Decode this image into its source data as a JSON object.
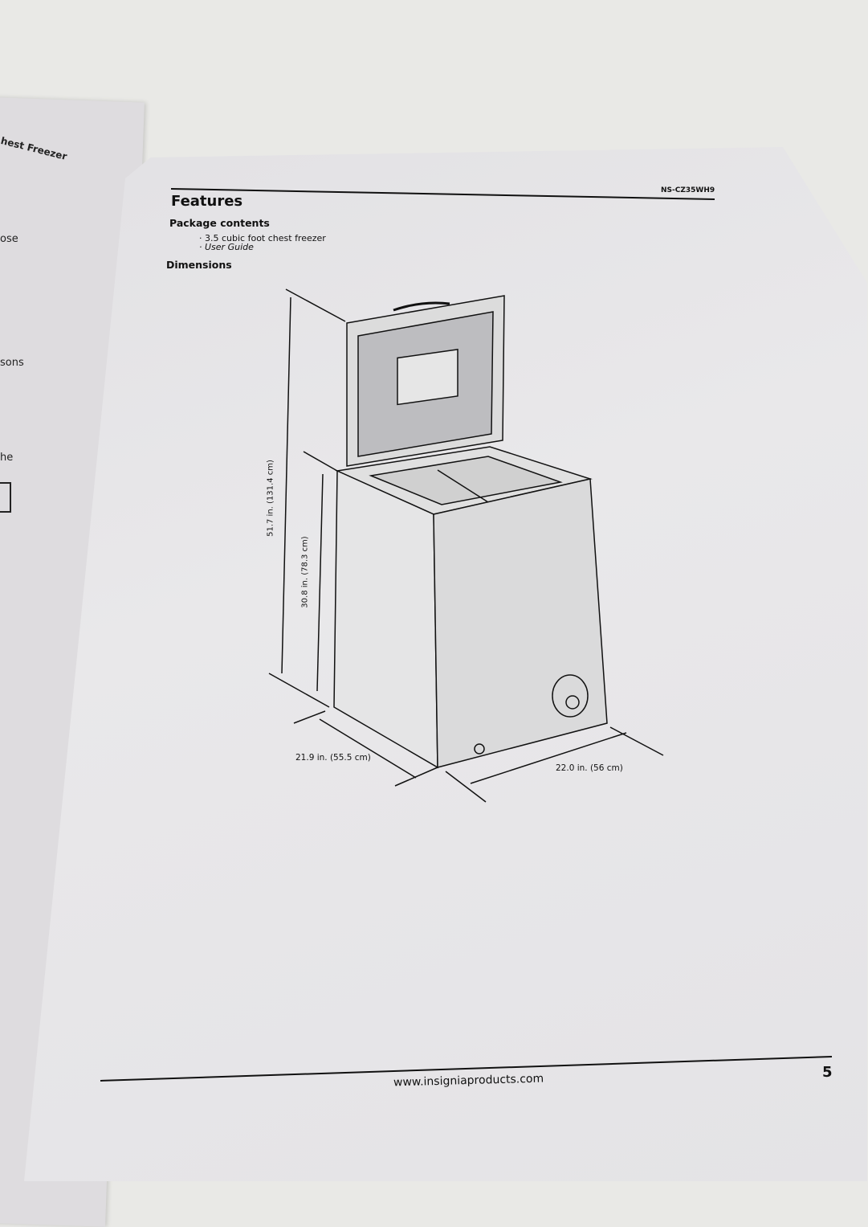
{
  "left_page": {
    "header": "hest Freezer",
    "fragments": [
      "ose",
      "sons",
      "he"
    ]
  },
  "right_page": {
    "model": "NS-CZ35WH9",
    "title": "Features",
    "package_contents": {
      "heading": "Package contents",
      "items": [
        "3.5 cubic foot chest freezer",
        "User Guide"
      ]
    },
    "dimensions": {
      "heading": "Dimensions",
      "overall_height": "51.7 in. (131.4 cm)",
      "body_height": "30.8 in. (78.3 cm)",
      "depth": "21.9 in. (55.5 cm)",
      "width": "22.0 in. (56 cm)"
    },
    "footer": {
      "url": "www.insigniaproducts.com",
      "page_number": "5"
    }
  }
}
